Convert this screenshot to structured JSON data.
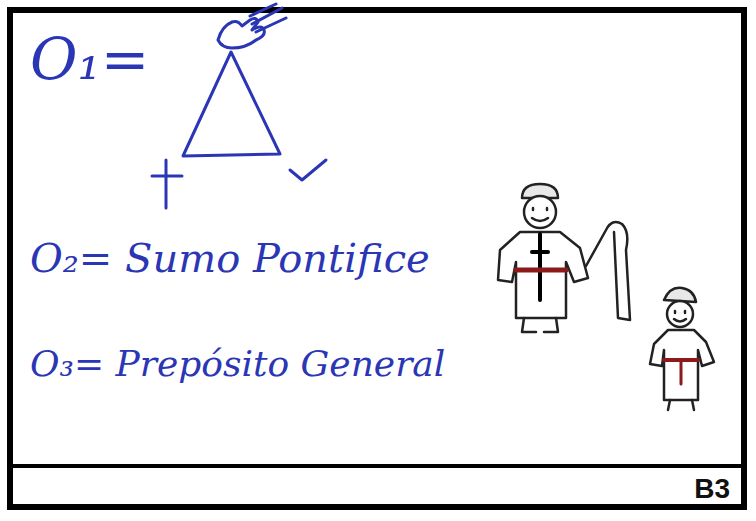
{
  "diagram": {
    "labels": [
      "O₁=",
      "O₂= Sumo Pontifice",
      "O₃= Prepósito General",
      "B3"
    ]
  }
}
